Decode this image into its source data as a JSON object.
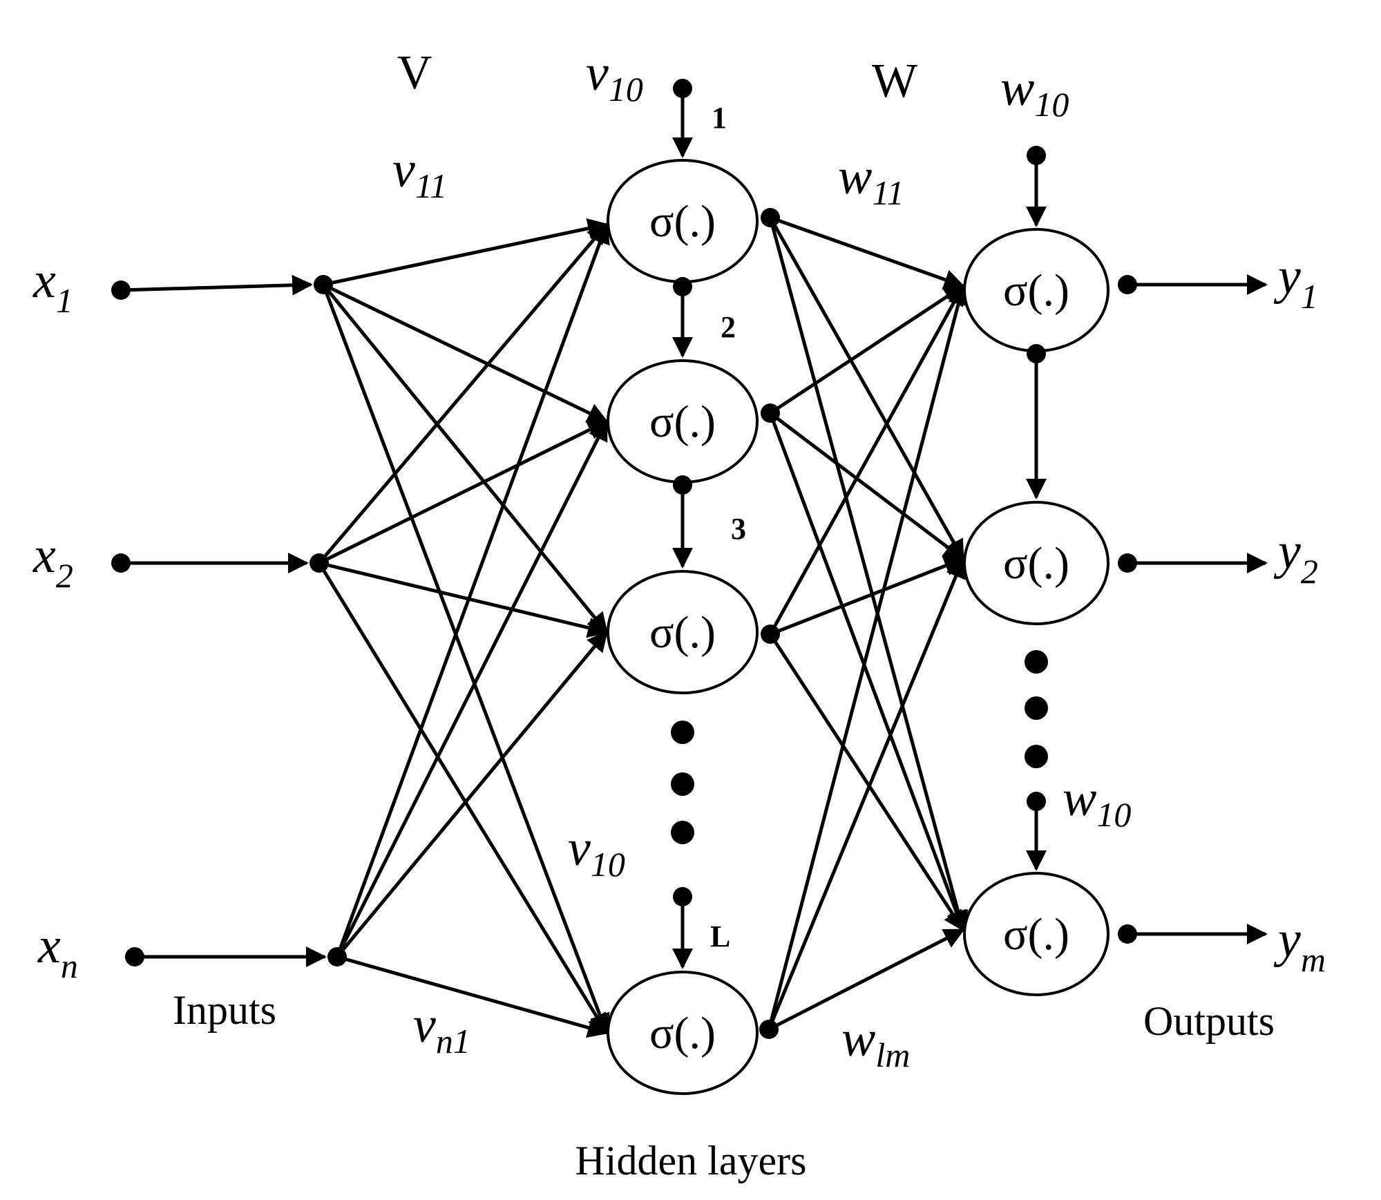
{
  "diagram": {
    "header_v": "V",
    "header_w": "W",
    "neuron_symbol": "σ(.)",
    "inputs_caption": "Inputs",
    "outputs_caption": "Outputs",
    "hidden_caption": "Hidden layers",
    "inputs": [
      {
        "main": "x",
        "sub": "1"
      },
      {
        "main": "x",
        "sub": "2"
      },
      {
        "main": "x",
        "sub": "n"
      }
    ],
    "outputs": [
      {
        "main": "y",
        "sub": "1"
      },
      {
        "main": "y",
        "sub": "2"
      },
      {
        "main": "y",
        "sub": "m"
      }
    ],
    "weight_labels": {
      "v10_top": {
        "main": "v",
        "sub": "10"
      },
      "v11": {
        "main": "v",
        "sub": "11"
      },
      "v10_mid": {
        "main": "v",
        "sub": "10"
      },
      "vn1": {
        "main": "v",
        "sub": "n1"
      },
      "w10_top": {
        "main": "w",
        "sub": "10"
      },
      "w11": {
        "main": "w",
        "sub": "11"
      },
      "w10_mid": {
        "main": "w",
        "sub": "10"
      },
      "wlm": {
        "main": "w",
        "sub": "lm"
      }
    },
    "hidden_bias_labels": [
      "1",
      "2",
      "3",
      "L"
    ]
  }
}
